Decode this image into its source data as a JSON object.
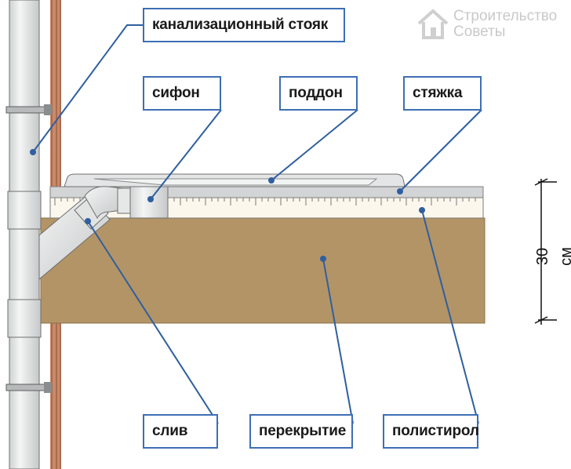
{
  "labels": {
    "riser": "канализационный стояк",
    "siphon": "сифон",
    "tray": "поддон",
    "screed": "стяжка",
    "drain": "слив",
    "slab": "перекрытие",
    "polystyrene": "полистирол"
  },
  "dimension": "30 см",
  "logo": {
    "line1": "Строительство",
    "line2": "Советы"
  },
  "colors": {
    "label_border": "#3d6fb4",
    "leader_line": "#2f5f9e",
    "slab_fill": "#b39466",
    "polystyrene_fill": "#fbf7ec",
    "screed_fill": "#d3d4d5",
    "pipe_fill": "#e9eaea",
    "wall_fill": "#c98a6a"
  }
}
